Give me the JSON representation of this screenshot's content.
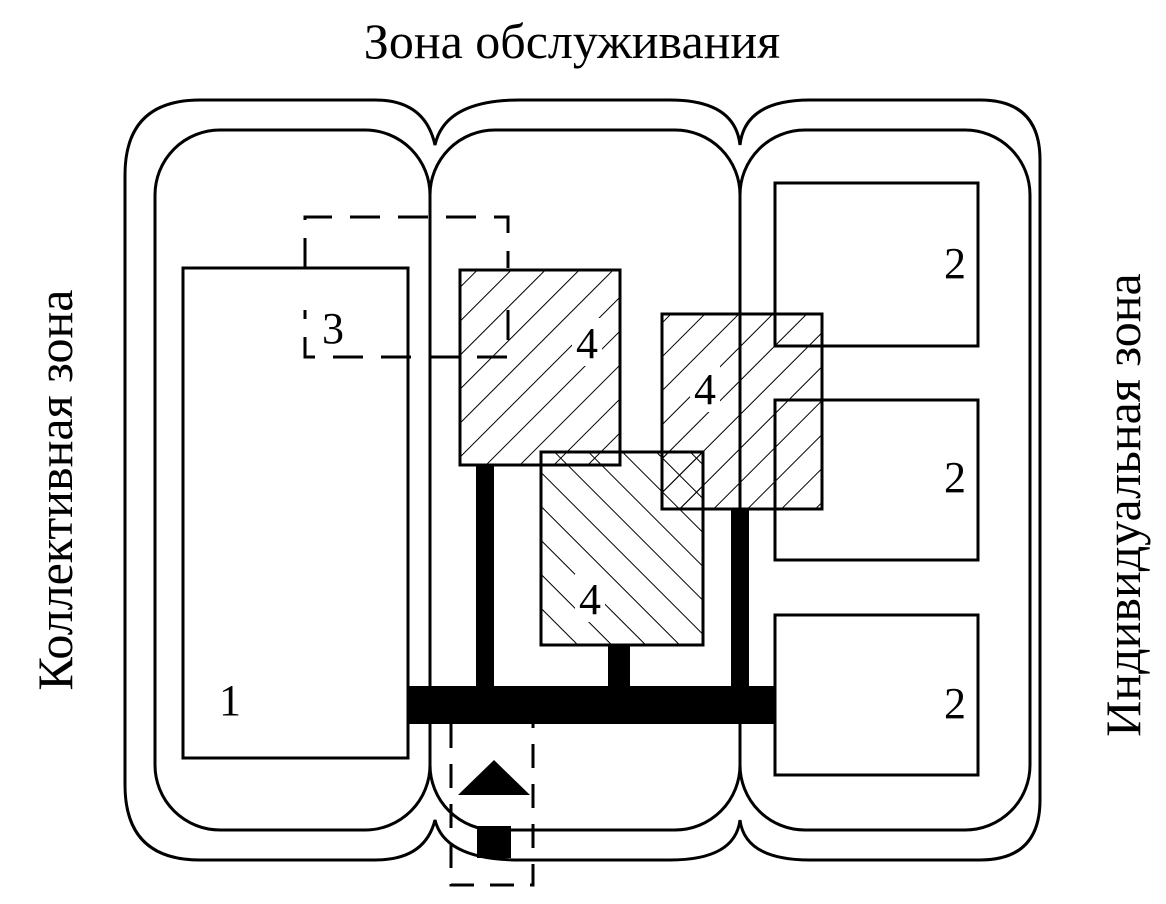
{
  "title": "Зона обслуживания",
  "left_label": "Коллективная зона",
  "right_label": "Индивидуальная зона",
  "elements": {
    "collective_block": "1",
    "individual_blocks": [
      "2",
      "2",
      "2"
    ],
    "block_3": "3",
    "hatched_blocks": [
      "4",
      "4",
      "4"
    ]
  },
  "colors": {
    "ink": "#000000",
    "paper": "#ffffff"
  }
}
